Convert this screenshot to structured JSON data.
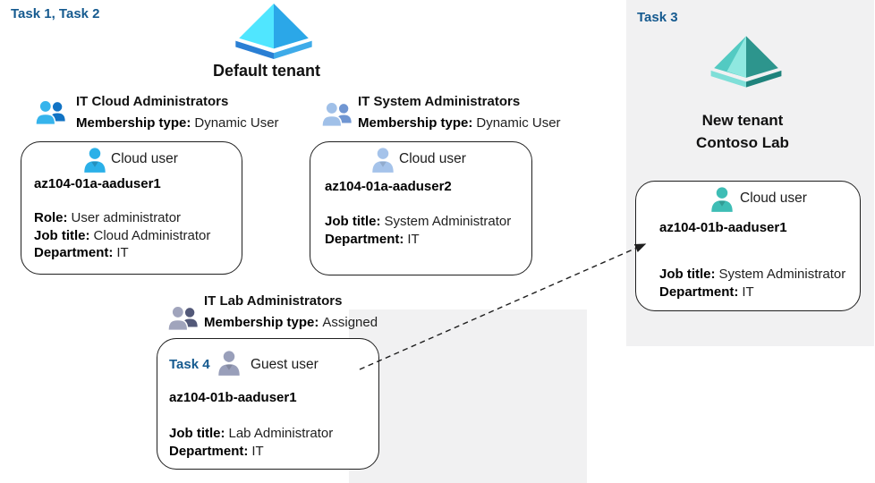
{
  "labels": {
    "task12": "Task 1, Task 2",
    "task3": "Task 3",
    "task4": "Task 4"
  },
  "default_tenant": {
    "title": "Default tenant"
  },
  "new_tenant": {
    "line1": "New tenant",
    "line2": "Contoso Lab"
  },
  "groups": [
    {
      "title": "IT Cloud Administrators",
      "membership_label": "Membership type:",
      "membership_value": "Dynamic User"
    },
    {
      "title": "IT System Administrators",
      "membership_label": "Membership type:",
      "membership_value": "Dynamic User"
    },
    {
      "title": "IT Lab Administrators",
      "membership_label": "Membership type:",
      "membership_value": "Assigned"
    }
  ],
  "users": [
    {
      "type_label": "Cloud user",
      "name": "az104-01a-aaduser1",
      "fields": [
        {
          "label": "Role:",
          "value": "User administrator"
        },
        {
          "label": "Job title:",
          "value": "Cloud Administrator"
        },
        {
          "label": "Department:",
          "value": "IT"
        }
      ]
    },
    {
      "type_label": "Cloud user",
      "name": "az104-01a-aaduser2",
      "fields": [
        {
          "label": "Job title:",
          "value": "System Administrator"
        },
        {
          "label": "Department:",
          "value": "IT"
        }
      ]
    },
    {
      "type_label": "Guest user",
      "task_tag": "Task 4",
      "name": "az104-01b-aaduser1",
      "fields": [
        {
          "label": "Job title:",
          "value": "Lab Administrator"
        },
        {
          "label": "Department:",
          "value": "IT"
        }
      ]
    },
    {
      "type_label": "Cloud user",
      "name": "az104-01b-aaduser1",
      "fields": [
        {
          "label": "Job title:",
          "value": "System Administrator"
        },
        {
          "label": "Department:",
          "value": "IT"
        }
      ]
    }
  ],
  "icons": {
    "tenant_default": "azure-ad-tenant-icon (blue pyramid)",
    "tenant_new": "azure-ad-tenant-icon (teal pyramid)",
    "group": "people-group-icon",
    "cloud_user": "person-icon",
    "guest_user": "person-icon"
  },
  "colors": {
    "task_label_blue": "#155a8f",
    "panel_gray": "#f1f1f2",
    "card_border": "#1f1f1f",
    "tenant_blue": [
      "#50e6ff",
      "#2ba7e8",
      "#2a7fd4",
      "#3eabe9"
    ],
    "tenant_teal": [
      "#8fe8e0",
      "#53cac2",
      "#2d958d",
      "#7fdfd8",
      "#1f837c"
    ],
    "group1_icon": [
      "#36b4ec",
      "#1173c4"
    ],
    "group2_icon": [
      "#a0c0e8",
      "#7096d2"
    ],
    "group3_icon": [
      "#a0a4bc",
      "#525878"
    ],
    "cloud_user1_icon": "#2bb0e8",
    "cloud_user2_icon": "#a5c3ea",
    "guest_user_icon": "#999fba",
    "cloud_user_new_icon": "#3ebdb5"
  }
}
